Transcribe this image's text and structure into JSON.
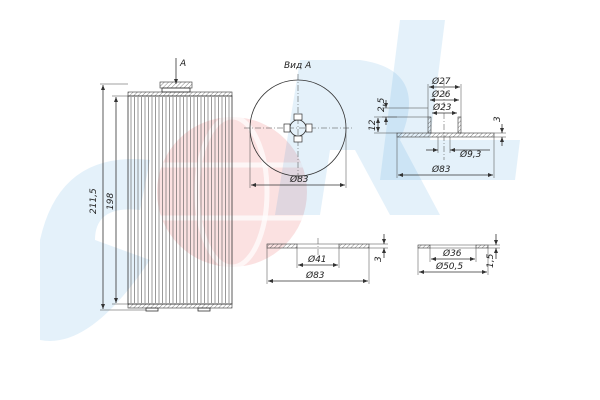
{
  "colors": {
    "watermark_blue": "#2f8fd8",
    "watermark_red": "#e53935",
    "line": "#333333"
  },
  "watermark": {
    "text": "SORL"
  },
  "view_label": "А",
  "view_title": "Вид А",
  "dims": {
    "overall_height": "211,5",
    "tube_height": "198",
    "view_a_diameter": "Ø83",
    "d27": "Ø27",
    "d26": "Ø26",
    "d23": "Ø23",
    "d93": "Ø9,3",
    "d83_section": "Ø83",
    "h25": "2,5",
    "h12": "12",
    "h3_section": "3",
    "d41": "Ø41",
    "d83_plate": "Ø83",
    "h3_plate": "3",
    "d36": "Ø36",
    "d505": "Ø50,5",
    "h15": "1,5"
  }
}
